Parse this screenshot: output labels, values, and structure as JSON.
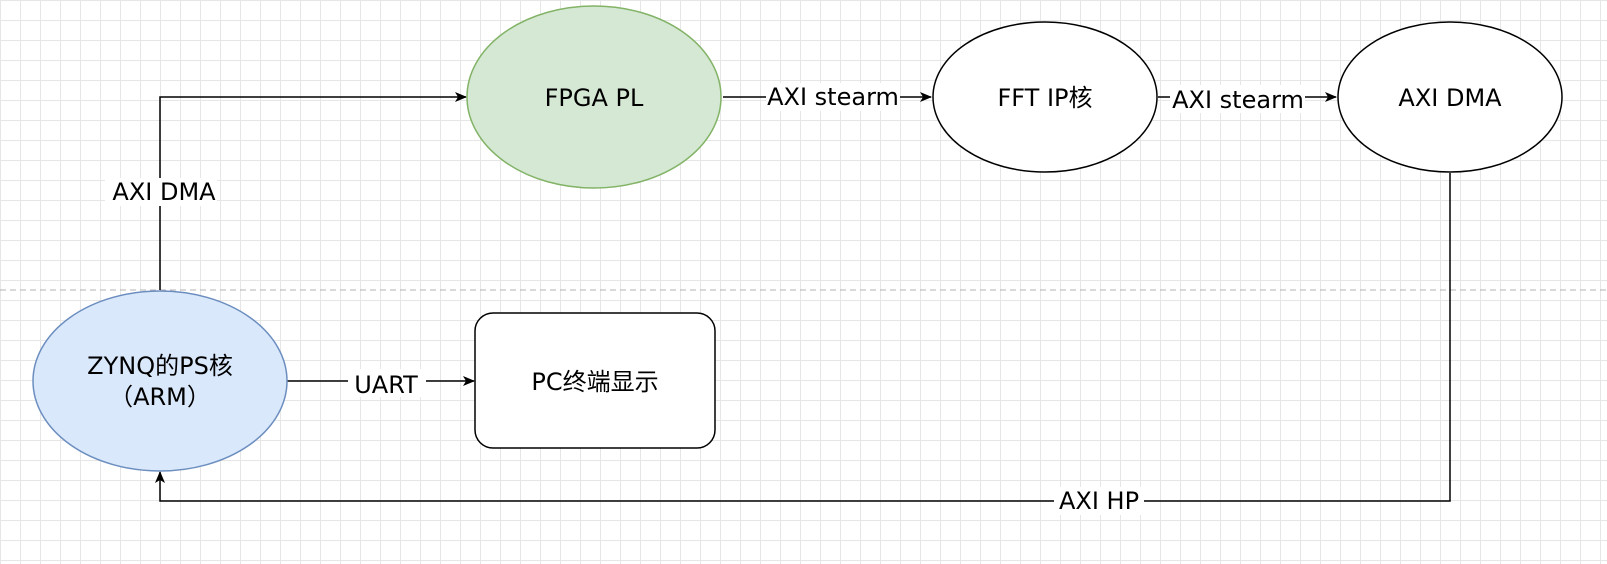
{
  "nodes": {
    "ps_core": {
      "line1": "ZYNQ的PS核",
      "line2": "（ARM）",
      "fill": "#dae8fc",
      "stroke": "#6c8ebf"
    },
    "fpga_pl": {
      "label": "FPGA PL",
      "fill": "#d5e8d4",
      "stroke": "#82b366"
    },
    "fft_ip": {
      "label": "FFT IP核",
      "fill": "#ffffff",
      "stroke": "#000000"
    },
    "axi_dma": {
      "label": "AXI DMA",
      "fill": "#ffffff",
      "stroke": "#000000"
    },
    "pc_terminal": {
      "label": "PC终端显示",
      "fill": "#ffffff",
      "stroke": "#000000"
    }
  },
  "edges": {
    "ps_to_pl": "AXI DMA",
    "pl_to_fft": "AXI stearm",
    "fft_to_dma": "AXI stearm",
    "ps_to_pc": "UART",
    "dma_to_ps": "AXI HP"
  },
  "colors": {
    "grid": "#e6e6e6",
    "divider": "#b3b3b3",
    "edge": "#000000"
  }
}
